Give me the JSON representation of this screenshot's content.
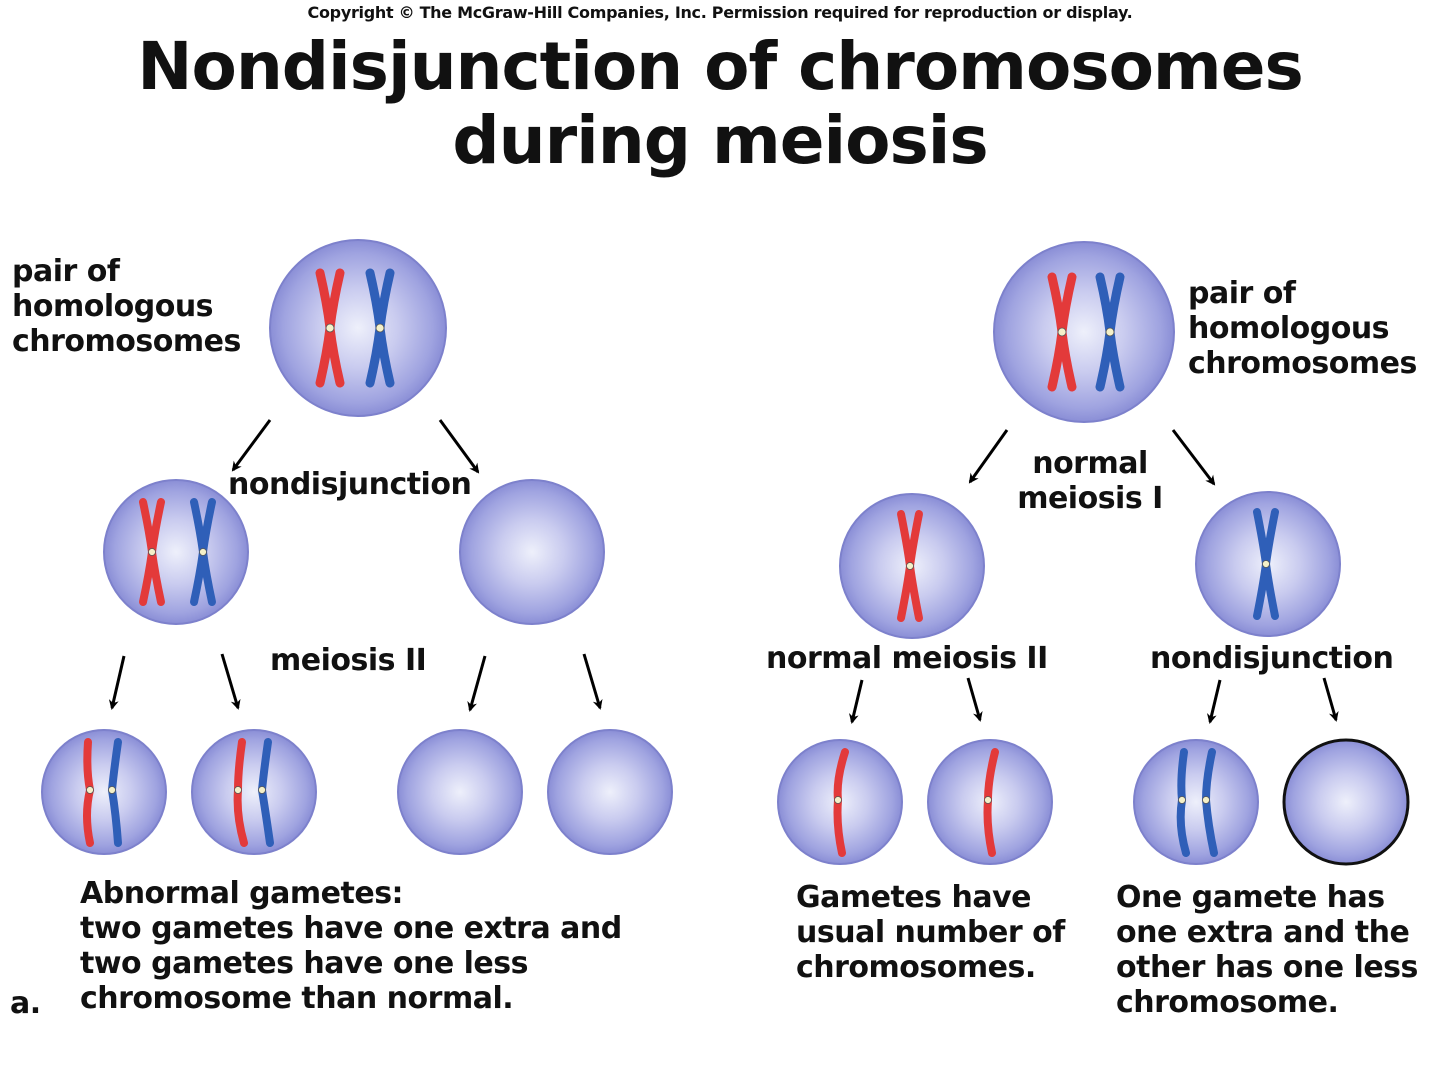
{
  "copyright": "Copyright © The McGraw-Hill Companies, Inc. Permission required for reproduction or display.",
  "title_line1": "Nondisjunction of chromosomes",
  "title_line2": "during meiosis",
  "panel_letter": "a.",
  "left": {
    "parent_label": [
      "pair of",
      "homologous",
      "chromosomes"
    ],
    "step1_label": "nondisjunction",
    "step2_label": "meiosis II",
    "result_label": [
      "Abnormal gametes:",
      "two gametes have one extra and",
      "two gametes have one less",
      "chromosome than normal."
    ]
  },
  "right": {
    "parent_label": [
      "pair of",
      "homologous",
      "chromosomes"
    ],
    "step1_label": [
      "normal",
      "meiosis I"
    ],
    "step2_left_label": "normal meiosis II",
    "step2_right_label": "nondisjunction",
    "result_left_label": [
      "Gametes have",
      "usual number of",
      "chromosomes."
    ],
    "result_right_label": [
      "One gamete has",
      "one extra and the",
      "other has one less",
      "chromosome."
    ]
  },
  "colors": {
    "cell_fill": "#9fa3e0",
    "cell_center": "#eef0fb",
    "cell_edge": "#7d81cc",
    "chromosome_red": "#e33a3a",
    "chromosome_blue": "#2f5fb8",
    "arrow": "#000000"
  }
}
